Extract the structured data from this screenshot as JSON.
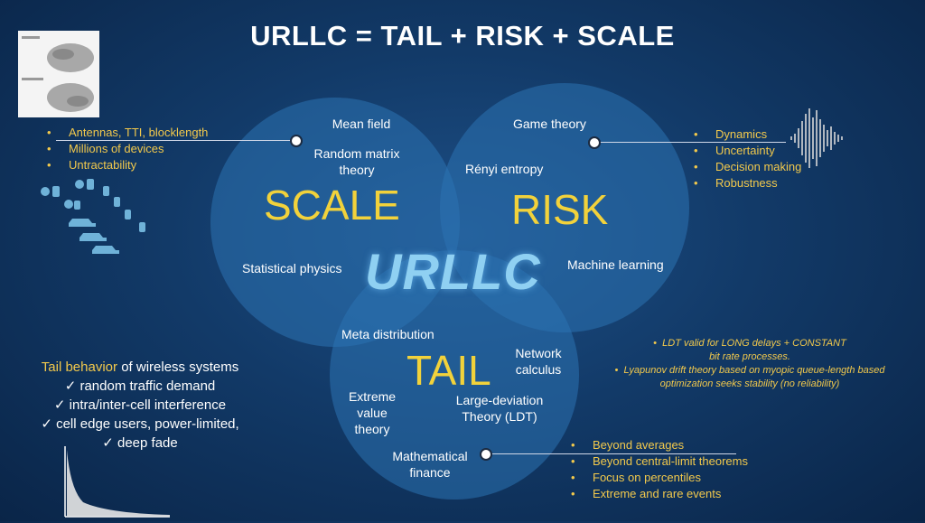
{
  "title": "URLLC = TAIL + RISK + SCALE",
  "center_label": "URLLC",
  "scale": {
    "label": "SCALE",
    "mean_field": "Mean field",
    "random_matrix_1": "Random matrix",
    "random_matrix_2": "theory",
    "stat_physics": "Statistical physics"
  },
  "risk": {
    "label": "RISK",
    "game_theory": "Game theory",
    "renyi": "Rényi entropy",
    "ml": "Machine learning"
  },
  "tail": {
    "label": "TAIL",
    "meta": "Meta distribution",
    "network_1": "Network",
    "network_2": "calculus",
    "evt_1": "Extreme",
    "evt_2": "value",
    "evt_3": "theory",
    "ldt_1": "Large-deviation",
    "ldt_2": "Theory (LDT)",
    "math_fin_1": "Mathematical",
    "math_fin_2": "finance"
  },
  "scale_bullets": [
    "Antennas, TTI, blocklength",
    "Millions of devices",
    "Untractability"
  ],
  "risk_bullets": [
    "Dynamics",
    "Uncertainty",
    "Decision making",
    "Robustness"
  ],
  "tail_bullets": [
    "Beyond averages",
    "Beyond central-limit theorems",
    "Focus on percentiles",
    "Extreme and rare events"
  ],
  "tail_box": {
    "title_a": "Tail",
    "title_b": "behavior",
    "title_c": "of wireless systems",
    "items": [
      "random traffic demand",
      "intra/inter-cell interference",
      "cell edge users, power-limited,",
      "deep fade"
    ]
  },
  "note": {
    "line1": "LDT valid for LONG delays + CONSTANT",
    "line2": "bit rate processes.",
    "line3": "Lyapunov drift theory based on  myopic queue-length based",
    "line4": "optimization seeks stability (no reliability)"
  },
  "bullet_glyph": "•",
  "check_glyph": "✓",
  "colors": {
    "accent_yellow": "#f2c94c",
    "circle": "#2c73b2",
    "urllc": "#8fd0f2"
  }
}
